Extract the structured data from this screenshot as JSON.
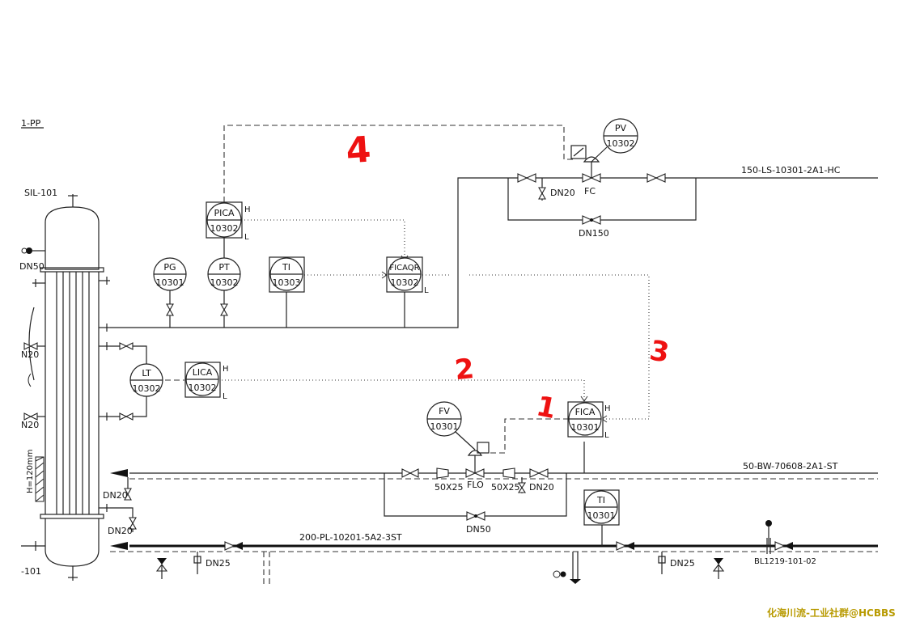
{
  "labels": {
    "top_left": "1-PP",
    "column": "SIL-101",
    "bottom_left": "-101",
    "dn50_left": "DN50",
    "n20_a": "N20",
    "n20_b": "N20",
    "line_steam": "150-LS-10301-2A1-HC",
    "line_bw": "50-BW-70608-2A1-ST",
    "line_pl": "200-PL-10201-5A2-3ST",
    "bl_tag": "BL1219-101-02",
    "dn20_top": "DN20",
    "fc": "FC",
    "dn150": "DN150",
    "reducer1": "50X25",
    "flo": "FLO",
    "reducer2": "50X25",
    "dn20_bw": "DN20",
    "dn50_bypass": "DN50",
    "dn20_left1": "DN20",
    "dn20_left2": "DN20",
    "dn25_a": "DN25",
    "dn25_b": "DN25",
    "h120": "H=120mm"
  },
  "instruments": [
    {
      "tag": "PV",
      "num": "10302"
    },
    {
      "tag": "PICA",
      "num": "10302"
    },
    {
      "tag": "PG",
      "num": "10301"
    },
    {
      "tag": "PT",
      "num": "10302"
    },
    {
      "tag": "TI",
      "num": "10303"
    },
    {
      "tag": "FICAQR",
      "num": "10302"
    },
    {
      "tag": "LT",
      "num": "10302"
    },
    {
      "tag": "LICA",
      "num": "10302"
    },
    {
      "tag": "FV",
      "num": "10301"
    },
    {
      "tag": "FICA",
      "num": "10301"
    },
    {
      "tag": "TI",
      "num": "10301"
    }
  ],
  "alarm": {
    "h": "H",
    "l": "L"
  },
  "annotations": [
    "4",
    "3",
    "2",
    "1"
  ],
  "watermark": "化海川流-工业社群@HCBBS"
}
